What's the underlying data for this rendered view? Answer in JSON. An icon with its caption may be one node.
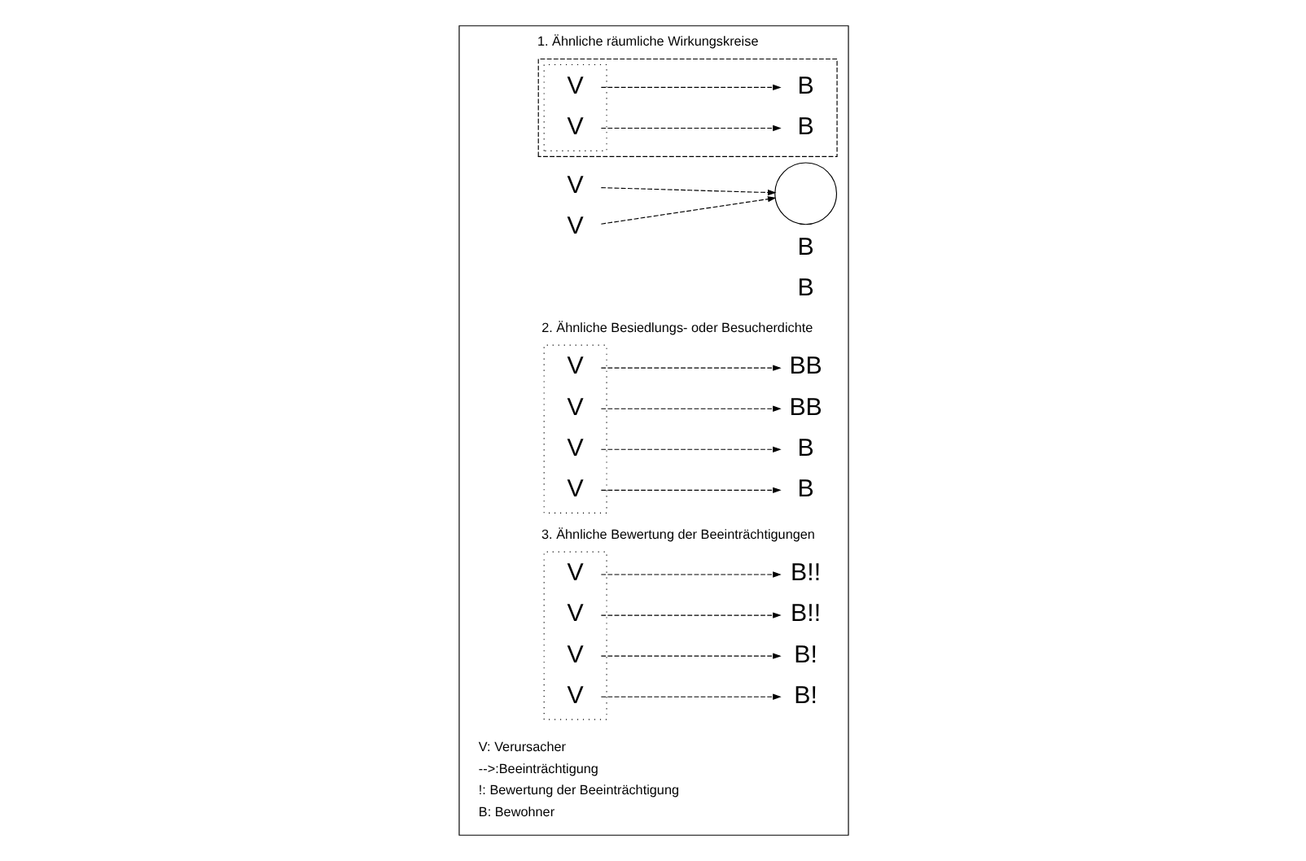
{
  "diagram": {
    "nodes": [
      {
        "text": [],
        "shape": "box"
      },
      {
        "text": [],
        "shape": "box",
        "in": 0
      },
      {
        "text": [],
        "shape": "box",
        "in": 1
      },
      {
        "text": [
          "V"
        ],
        "in": 2
      },
      {
        "text": [
          "V"
        ],
        "in": 2
      },
      {
        "text": [
          "B"
        ],
        "in": 1
      },
      {
        "text": [
          "B"
        ],
        "in": 1
      },
      {
        "text": [
          "V"
        ],
        "in": 0
      },
      {
        "text": [
          "V"
        ],
        "in": 0
      },
      {
        "text": [],
        "shape": "circle",
        "in": 0
      },
      {
        "text": [
          "B"
        ],
        "in": 0
      },
      {
        "text": [
          "B"
        ],
        "in": 0
      },
      {
        "text": [],
        "shape": "box",
        "in": 0
      },
      {
        "text": [
          "V"
        ],
        "in": 12
      },
      {
        "text": [
          "V"
        ],
        "in": 12
      },
      {
        "text": [
          "V"
        ],
        "in": 12
      },
      {
        "text": [
          "V"
        ],
        "in": 12
      },
      {
        "text": [
          "B"
        ],
        "in": 0
      },
      {
        "text": [
          "B"
        ],
        "in": 0
      },
      {
        "text": [
          "BB"
        ],
        "in": 0
      },
      {
        "text": [
          "BB"
        ],
        "in": 0
      },
      {
        "text": [],
        "shape": "box",
        "in": 0
      },
      {
        "text": [
          "V"
        ],
        "in": 21
      },
      {
        "text": [
          "V"
        ],
        "in": 21
      },
      {
        "text": [
          "V"
        ],
        "in": 21
      },
      {
        "text": [
          "V"
        ],
        "in": 21
      },
      {
        "text": [
          "B!"
        ],
        "in": 0
      },
      {
        "text": [
          "B!"
        ],
        "in": 0
      },
      {
        "text": [
          "B!!"
        ],
        "in": 0
      },
      {
        "text": [
          "B!!"
        ],
        "in": 0
      }
    ],
    "edges": [
      {
        "from": 3,
        "to": 5,
        "arrow": "to",
        "style": "dashed"
      },
      {
        "from": 4,
        "to": 6,
        "arrow": "to",
        "style": "dashed"
      },
      {
        "from": 7,
        "to": 9,
        "arrow": "to",
        "style": "dashed"
      },
      {
        "from": 8,
        "to": 9,
        "arrow": "to",
        "style": "dashed"
      },
      {
        "from": 13,
        "to": 17,
        "arrow": "to",
        "style": "dashed"
      },
      {
        "from": 14,
        "to": 18,
        "arrow": "to",
        "style": "dashed"
      },
      {
        "from": 15,
        "to": 19,
        "arrow": "to",
        "style": "dashed"
      },
      {
        "from": 16,
        "to": 20,
        "arrow": "to",
        "style": "dashed"
      },
      {
        "from": 22,
        "to": 26,
        "arrow": "to",
        "style": "dashed"
      },
      {
        "from": 23,
        "to": 27,
        "arrow": "to",
        "style": "dashed"
      },
      {
        "from": 24,
        "to": 28,
        "arrow": "to",
        "style": "dashed"
      },
      {
        "from": 25,
        "to": 29,
        "arrow": "to",
        "style": "dashed"
      }
    ],
    "labels": [
      "1. Ähnliche räumliche Wirkungskreise",
      "2. Ähnliche Besiedlungs- oder Besucherdichte",
      "3. Ähnliche Bewertung der Beeinträchtigungen"
    ],
    "legend": [
      {
        "text": "V: Verursacher"
      },
      {
        "text": "-->:Beeinträchtigung"
      },
      {
        "text": "!: Bewertung der Beeinträchtigung"
      },
      {
        "text": "B: Bewohner"
      }
    ]
  }
}
